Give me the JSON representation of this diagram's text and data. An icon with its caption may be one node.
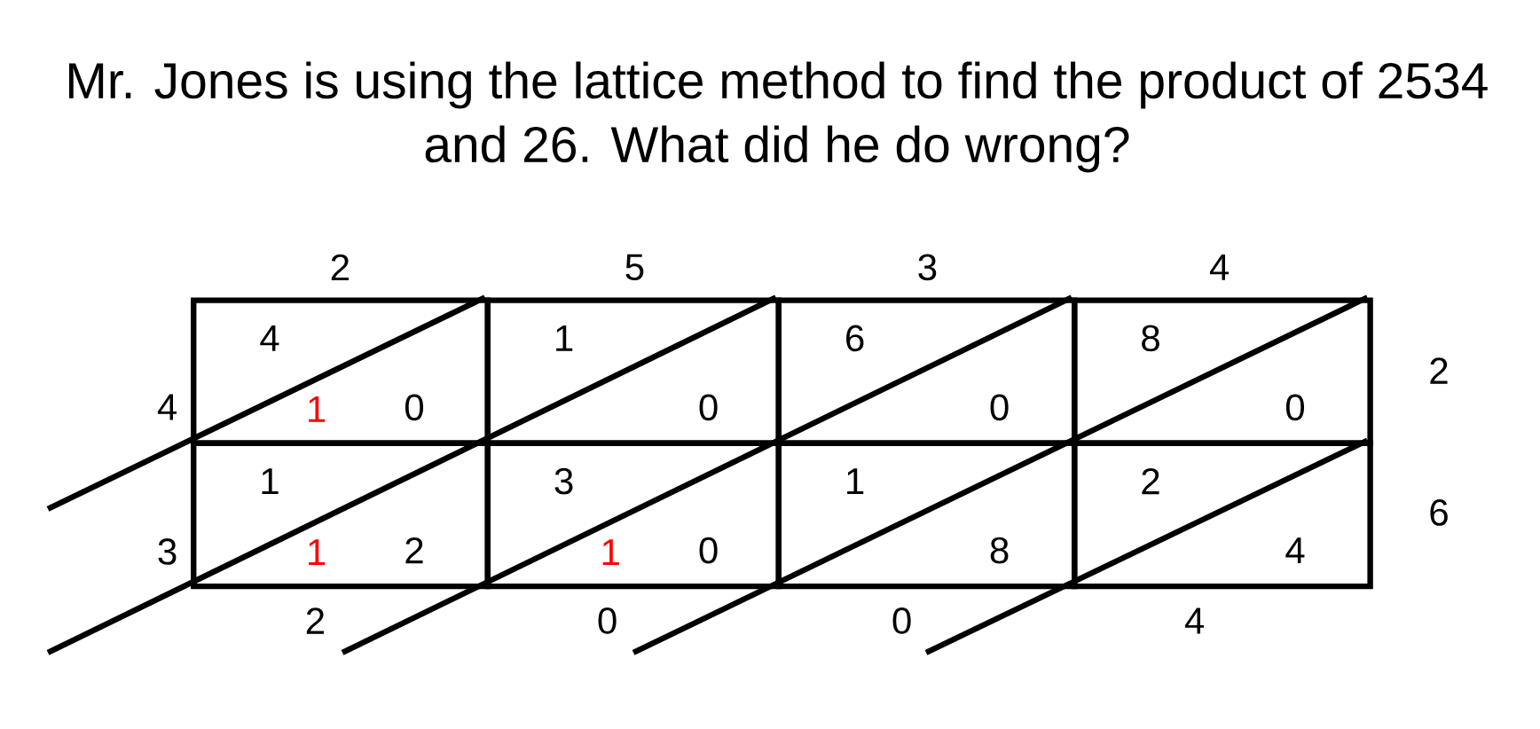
{
  "diagram": {
    "title": "Mr. Jones is using the lattice method to find the product of 2534 and 26. What did he do wrong?",
    "nodes": [
      {
        "text": [
          "4",
          "1",
          "0"
        ]
      },
      {
        "text": [
          "1",
          "0"
        ]
      },
      {
        "text": [
          "6",
          "0"
        ]
      },
      {
        "text": [
          "8",
          "0"
        ]
      },
      {
        "text": [
          "1",
          "1",
          "2"
        ]
      },
      {
        "text": [
          "3",
          "1",
          "0"
        ]
      },
      {
        "text": [
          "1",
          "8"
        ]
      },
      {
        "text": [
          "2",
          "4"
        ]
      }
    ],
    "labels": [
      "2",
      "5",
      "3",
      "4",
      "4",
      "2",
      "3",
      "6",
      "2",
      "0",
      "0",
      "4"
    ]
  }
}
